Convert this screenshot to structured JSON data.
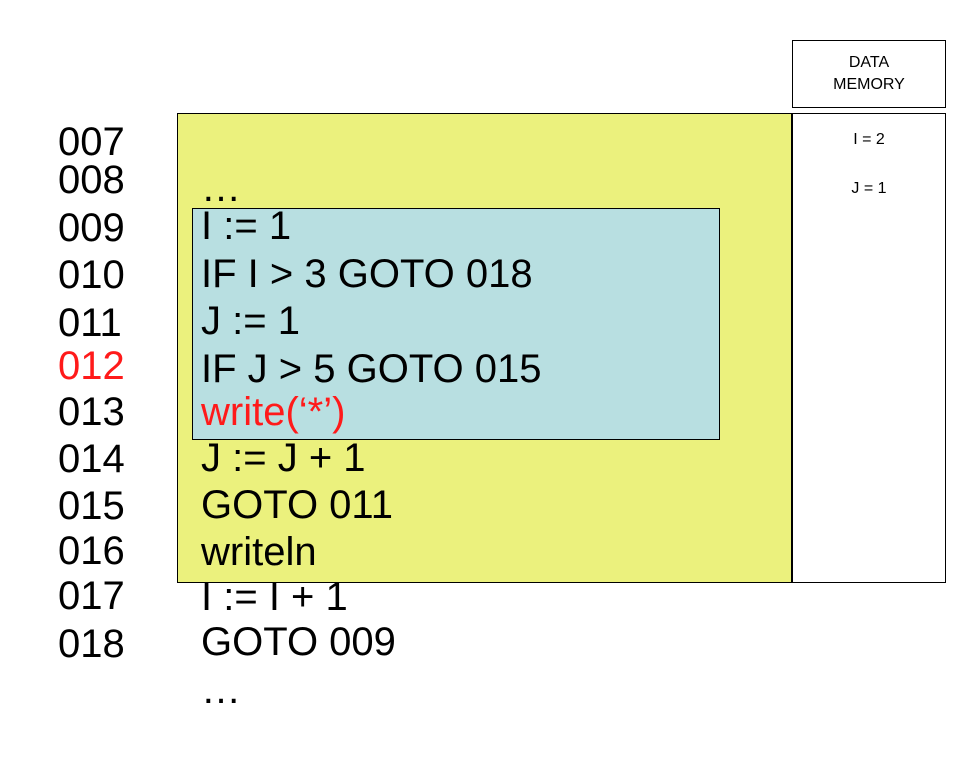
{
  "memory": {
    "header_line1": "DATA",
    "header_line2": "MEMORY",
    "entries": [
      "I = 2",
      "J = 1"
    ]
  },
  "code": [
    {
      "num": "007",
      "stmt": "…"
    },
    {
      "num": "008",
      "stmt": "I := 1"
    },
    {
      "num": "009",
      "stmt": "IF I > 3 GOTO 018"
    },
    {
      "num": "010",
      "stmt": "J := 1"
    },
    {
      "num": "011",
      "stmt": "IF J > 5 GOTO 015"
    },
    {
      "num": "012",
      "stmt": "write(‘*’)"
    },
    {
      "num": "013",
      "stmt": "J := J + 1"
    },
    {
      "num": "014",
      "stmt": "GOTO 011"
    },
    {
      "num": "015",
      "stmt": "writeln"
    },
    {
      "num": "016",
      "stmt": "I := I + 1"
    },
    {
      "num": "017",
      "stmt": "GOTO 009"
    },
    {
      "num": "018",
      "stmt": "…"
    }
  ],
  "current_line": "012",
  "colors": {
    "outer_loop_fill": "#ebf17d",
    "inner_loop_fill": "#b8dfe1",
    "current_line": "#ff1a1a"
  }
}
